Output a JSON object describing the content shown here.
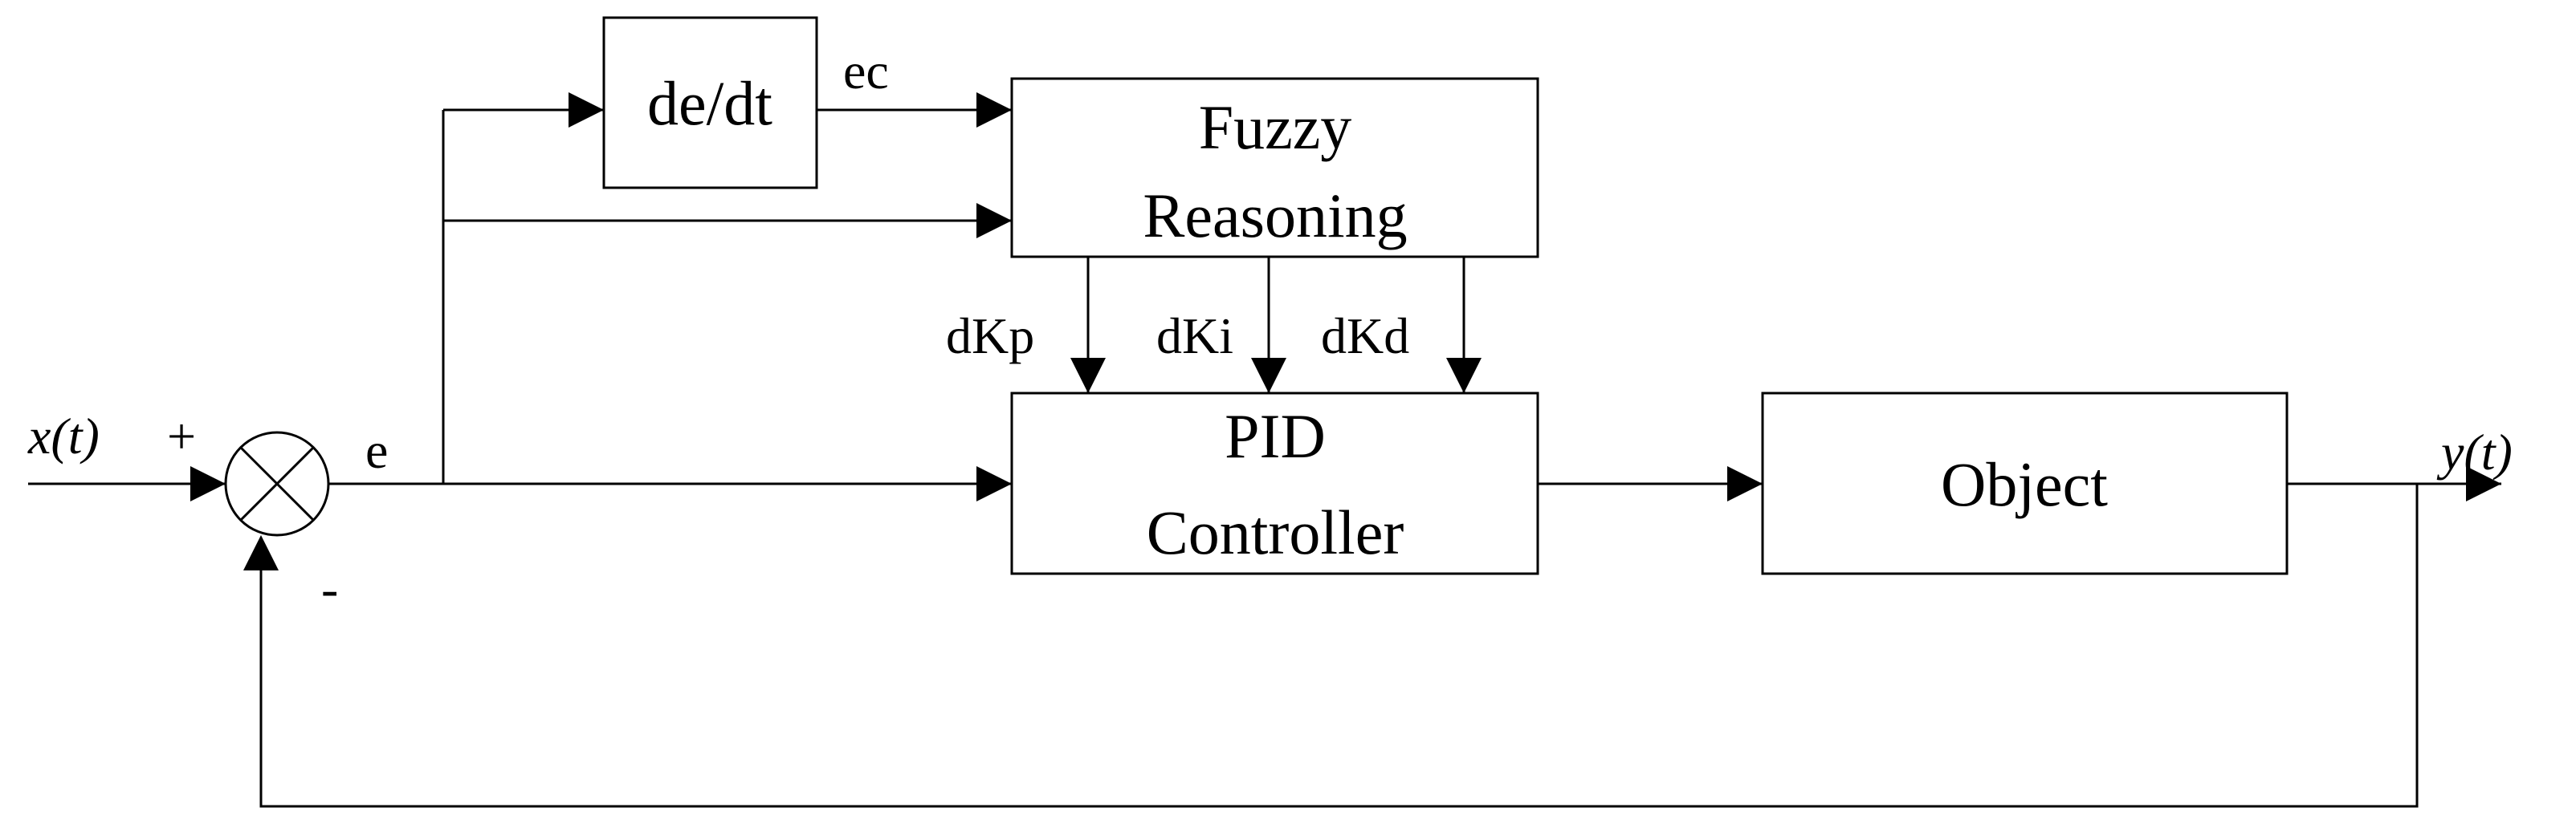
{
  "diagram": {
    "blocks": {
      "derivative": "de/dt",
      "fuzzy_line1": "Fuzzy",
      "fuzzy_line2": "Reasoning",
      "pid_line1": "PID",
      "pid_line2": "Controller",
      "object": "Object"
    },
    "signals": {
      "input": "x(t)",
      "output": "y(t)",
      "error": "e",
      "error_change": "ec",
      "dkp": "dKp",
      "dki": "dKi",
      "dkd": "dKd",
      "plus": "+",
      "minus": "-"
    }
  }
}
